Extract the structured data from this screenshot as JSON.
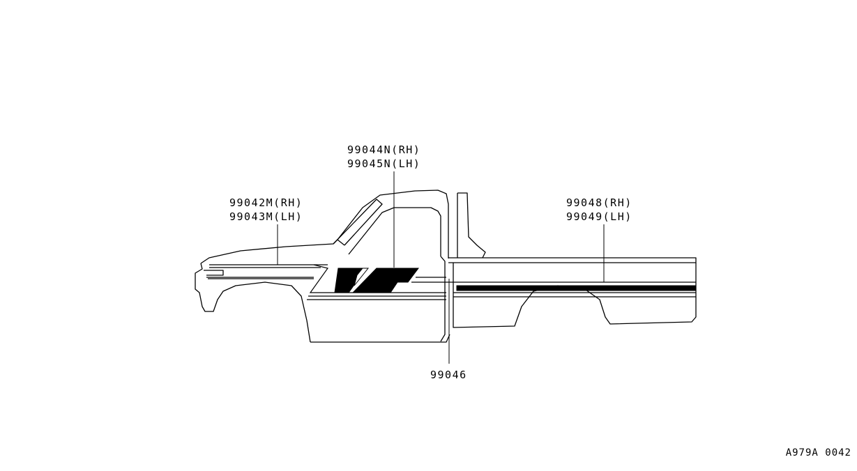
{
  "callouts": {
    "hood": {
      "rh": "99042M(RH)",
      "lh": "99043M(LH)"
    },
    "door": {
      "rh": "99044N(RH)",
      "lh": "99045N(LH)"
    },
    "pillar": {
      "part": "99046"
    },
    "bed": {
      "rh": "99048(RH)",
      "lh": "99049(LH)"
    }
  },
  "figure_code": "A979A 0042",
  "colors": {
    "line": "#000000",
    "background": "#ffffff"
  }
}
